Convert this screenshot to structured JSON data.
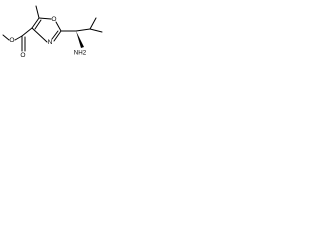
{
  "molecule": {
    "atoms": {
      "ester_O_single": "O",
      "ester_O_double": "O",
      "ring_O": "O",
      "ring_N": "N",
      "amine": "NH2"
    }
  }
}
